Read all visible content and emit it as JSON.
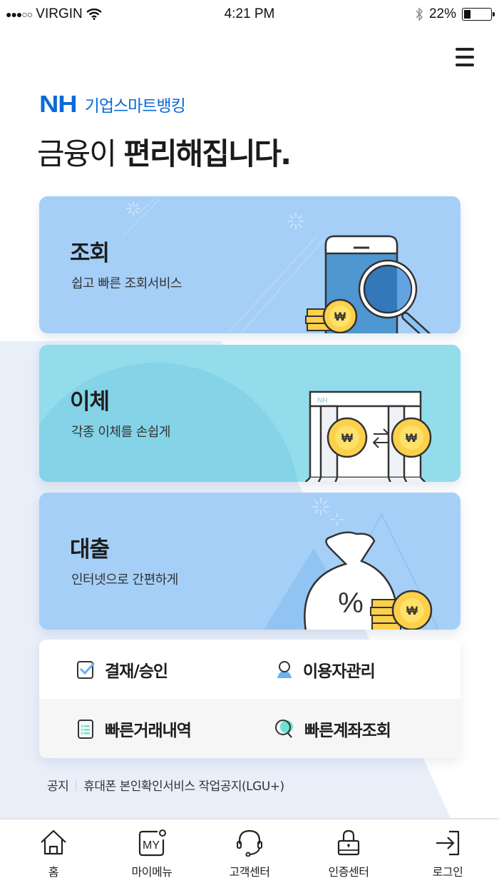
{
  "status_bar": {
    "carrier": "VIRGIN",
    "signal_dots": "●●●○○",
    "time": "4:21 PM",
    "battery_percent_label": "22%",
    "battery_level": 0.22
  },
  "header": {
    "menu_icon": "hamburger-icon",
    "brand_logo": "NH",
    "brand_name": "기업스마트뱅킹",
    "headline_light": "금융이 ",
    "headline_bold": "편리해집니다."
  },
  "cards": [
    {
      "id": "inquiry",
      "title": "조회",
      "subtitle": "쉽고 빠른 조회서비스",
      "icon": "phone-magnifier-coins-illustration",
      "color": "#a5cff7"
    },
    {
      "id": "transfer",
      "title": "이체",
      "subtitle": "각종 이체를 손쉽게",
      "icon": "transfer-coins-illustration",
      "badge": "NH",
      "color": "#93dcec"
    },
    {
      "id": "loan",
      "title": "대출",
      "subtitle": "인터넷으로 간편하게",
      "icon": "money-bag-percent-illustration",
      "bag_symbol": "%",
      "color": "#a5cff7"
    }
  ],
  "quick_menu": [
    {
      "label": "결재/승인",
      "icon": "checkbox-icon"
    },
    {
      "label": "이용자관리",
      "icon": "user-icon"
    },
    {
      "label": "빠른거래내역",
      "icon": "list-document-icon"
    },
    {
      "label": "빠른계좌조회",
      "icon": "search-icon"
    }
  ],
  "notice": {
    "label": "공지",
    "text": "휴대폰 본인확인서비스 작업공지(LGU+)"
  },
  "tab_bar": [
    {
      "label": "홈",
      "icon": "home-icon"
    },
    {
      "label": "마이메뉴",
      "icon": "my-menu-icon",
      "icon_text": "MY"
    },
    {
      "label": "고객센터",
      "icon": "headset-icon"
    },
    {
      "label": "인증센터",
      "icon": "lock-icon"
    },
    {
      "label": "로그인",
      "icon": "login-icon"
    }
  ],
  "colors": {
    "brand": "#0a6bd8",
    "coin": "#fcd04a",
    "accent_check": "#6bb1f0",
    "accent_teal": "#6fe0cf"
  },
  "coin_symbol": "₩"
}
